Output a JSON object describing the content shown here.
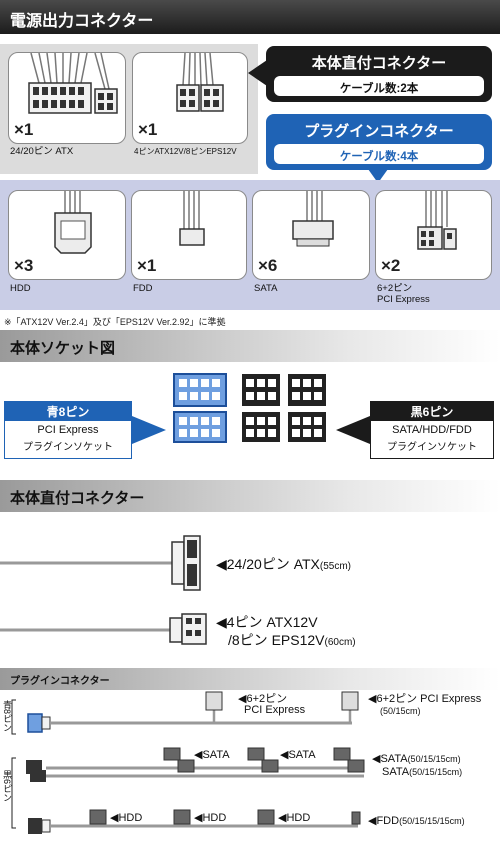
{
  "header": {
    "title": "電源出力コネクター"
  },
  "direct_callout": {
    "title": "本体直付コネクター",
    "cable_count": "ケーブル数:2本"
  },
  "plugin_callout": {
    "title": "プラグインコネクター",
    "cable_count": "ケーブル数:4本"
  },
  "direct_cards": [
    {
      "count": "×1",
      "label": "24/20ピン ATX"
    },
    {
      "count": "×1",
      "label": "4ピンATX12V/8ピンEPS12V"
    }
  ],
  "plugin_cards": [
    {
      "count": "×3",
      "label": "HDD"
    },
    {
      "count": "×1",
      "label": "FDD"
    },
    {
      "count": "×6",
      "label": "SATA"
    },
    {
      "count": "×2",
      "label_line1": "6+2ピン",
      "label_line2": "PCI Express"
    }
  ],
  "note": "※「ATX12V Ver.2.4」及び「EPS12V Ver.2.92」に準拠",
  "socket_section": {
    "title": "本体ソケット図",
    "blue": {
      "title": "青8ピン",
      "line1": "PCI Express",
      "line2": "プラグインソケット"
    },
    "black": {
      "title": "黒6ピン",
      "line1": "SATA/HDD/FDD",
      "line2": "プラグインソケット"
    }
  },
  "direct_section": {
    "title": "本体直付コネクター",
    "atx": {
      "label": "◀24/20ピン ATX",
      "length": "(55cm)"
    },
    "eps_line1": "◀4ピン ATX12V",
    "eps_line2": "/8ピン EPS12V",
    "eps_length": "(60cm)"
  },
  "plugin_section": {
    "title": "プラグインコネクター",
    "side_blue": "青8ピン",
    "side_black": "黒6ピン",
    "pcie_mid_line1": "◀6+2ピン",
    "pcie_mid_line2": "PCI Express",
    "pcie_end": "◀6+2ピン PCI Express",
    "pcie_end_len": "(50/15cm)",
    "sata_a": "◀SATA",
    "sata_b": "◀SATA",
    "sata_end1": "◀SATA",
    "sata_end1_len": "(50/15/15cm)",
    "sata_end2": "SATA",
    "sata_end2_len": "(50/15/15cm)",
    "hdd_a": "◀HDD",
    "hdd_b": "◀HDD",
    "hdd_c": "◀HDD",
    "fdd": "◀FDD",
    "fdd_len": "(50/15/15/15cm)"
  },
  "colors": {
    "accent_blue": "#1f63b5",
    "dark": "#1b1b1b",
    "socket_blue": "#6f9fe0"
  }
}
